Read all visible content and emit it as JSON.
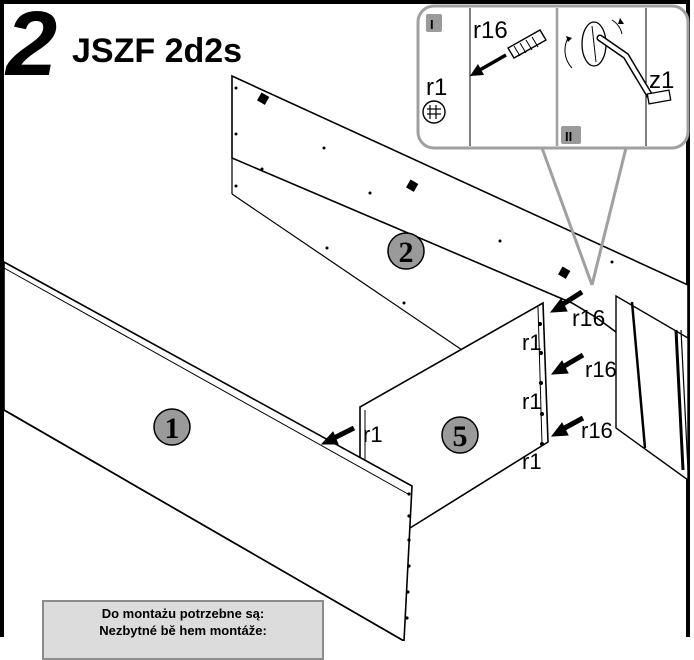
{
  "header": {
    "step_number": "2",
    "model_code": "JSZF 2d2s"
  },
  "detail_callout": {
    "panel_i_tag": "I",
    "panel_ii_tag": "II",
    "dowel_label": "r16",
    "cam_label": "r1",
    "tool_label": "z1"
  },
  "parts": {
    "panel_1": "1",
    "panel_2": "2",
    "panel_5": "5"
  },
  "hardware_labels": {
    "cam_left": "r1",
    "cam_top": "r1",
    "cam_middle": "r1",
    "cam_bottom": "r1",
    "dowel_top": "r16",
    "dowel_middle": "r16",
    "dowel_bottom": "r16"
  },
  "note": {
    "line_pl": "Do montażu potrzebne są:",
    "line_cz": "Nezbytné bě hem montáže:"
  },
  "colors": {
    "callout_border": "#a0a0a0",
    "badge_fill": "#9a9a9a",
    "note_fill": "#dcdcdc",
    "line": "#000000"
  }
}
